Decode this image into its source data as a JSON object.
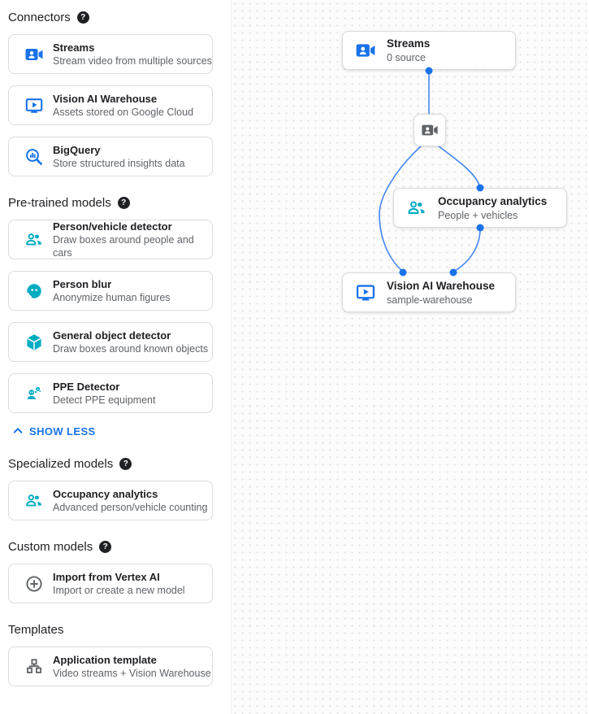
{
  "colors": {
    "accent_blue": "#1a73e8",
    "edge_blue": "#4285f4",
    "model_teal": "#00acc1",
    "text_primary": "#202124",
    "text_secondary": "#5f6368"
  },
  "sidebar": {
    "sections": [
      {
        "title": "Connectors",
        "has_help": true,
        "cards": [
          {
            "icon": "streams-icon",
            "title": "Streams",
            "subtitle": "Stream video from multiple sources"
          },
          {
            "icon": "warehouse-icon",
            "title": "Vision AI Warehouse",
            "subtitle": "Assets stored on Google Cloud"
          },
          {
            "icon": "bigquery-icon",
            "title": "BigQuery",
            "subtitle": "Store structured insights data"
          }
        ]
      },
      {
        "title": "Pre-trained models",
        "has_help": true,
        "show_less_label": "SHOW LESS",
        "cards": [
          {
            "icon": "people-icon",
            "title": "Person/vehicle detector",
            "subtitle": "Draw boxes around people and cars"
          },
          {
            "icon": "face-icon",
            "title": "Person blur",
            "subtitle": "Anonymize human figures"
          },
          {
            "icon": "cube-icon",
            "title": "General object detector",
            "subtitle": "Draw boxes around known objects"
          },
          {
            "icon": "ppe-icon",
            "title": "PPE Detector",
            "subtitle": "Detect PPE equipment"
          }
        ]
      },
      {
        "title": "Specialized models",
        "has_help": true,
        "cards": [
          {
            "icon": "people-icon",
            "title": "Occupancy analytics",
            "subtitle": "Advanced person/vehicle counting"
          }
        ]
      },
      {
        "title": "Custom models",
        "has_help": true,
        "cards": [
          {
            "icon": "import-icon",
            "title": "Import from Vertex AI",
            "subtitle": "Import or create a new model"
          }
        ]
      },
      {
        "title": "Templates",
        "has_help": false,
        "cards": [
          {
            "icon": "app-template-icon",
            "title": "Application template",
            "subtitle": "Video streams + Vision Warehouse"
          }
        ]
      }
    ]
  },
  "canvas": {
    "nodes": {
      "streams": {
        "icon": "streams-icon",
        "title": "Streams",
        "subtitle": "0 source"
      },
      "camera": {
        "icon": "camera-icon"
      },
      "occupancy": {
        "icon": "people-icon",
        "title": "Occupancy analytics",
        "subtitle": "People + vehicles"
      },
      "warehouse": {
        "icon": "warehouse-icon",
        "title": "Vision AI Warehouse",
        "subtitle": "sample-warehouse"
      }
    }
  }
}
